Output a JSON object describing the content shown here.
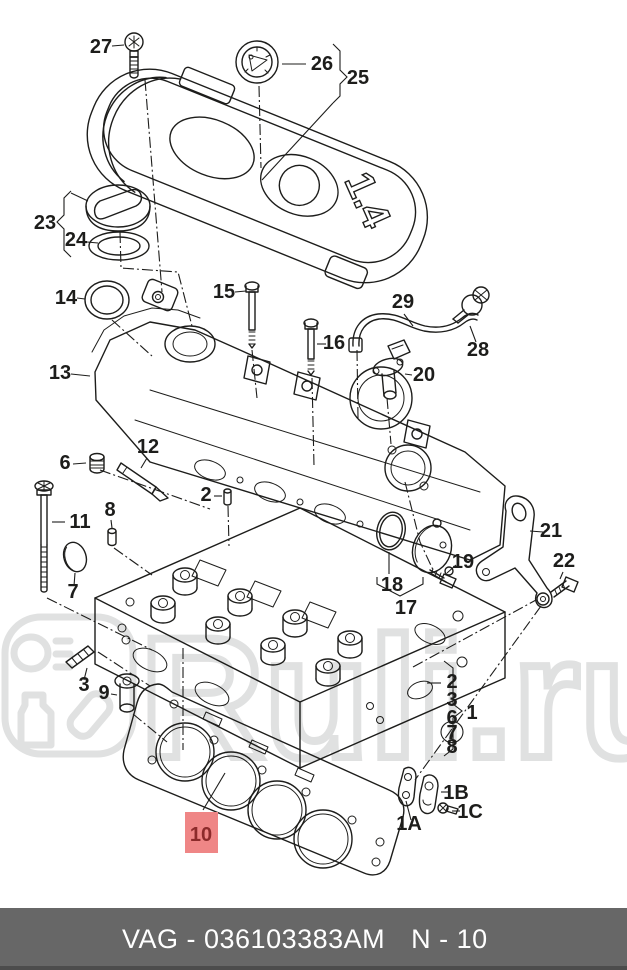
{
  "watermark": {
    "text": "Ruli.ru"
  },
  "diagram": {
    "cover_text": "1.4",
    "labels": [
      {
        "text": "27"
      },
      {
        "text": "26"
      },
      {
        "text": "25"
      },
      {
        "text": "23"
      },
      {
        "text": "24"
      },
      {
        "text": "14"
      },
      {
        "text": "15"
      },
      {
        "text": "16"
      },
      {
        "text": "29"
      },
      {
        "text": "28"
      },
      {
        "text": "20"
      },
      {
        "text": "13"
      },
      {
        "text": "6"
      },
      {
        "text": "12"
      },
      {
        "text": "2"
      },
      {
        "text": "11"
      },
      {
        "text": "8"
      },
      {
        "text": "7"
      },
      {
        "text": "3"
      },
      {
        "text": "9"
      },
      {
        "text": "18"
      },
      {
        "text": "19"
      },
      {
        "text": "17"
      },
      {
        "text": "21"
      },
      {
        "text": "22"
      },
      {
        "text": "2"
      },
      {
        "text": "3"
      },
      {
        "text": "6"
      },
      {
        "text": "7"
      },
      {
        "text": "8"
      },
      {
        "text": "1"
      },
      {
        "text": "1B"
      },
      {
        "text": "1C"
      },
      {
        "text": "1A"
      },
      {
        "text": "10"
      }
    ]
  },
  "colors": {
    "line": "#1d1d1b",
    "watermark": "#e0e1e1",
    "highlight_bg": "#ef8686",
    "highlight_text": "#8c2b2b",
    "footer_bg": "#676767",
    "footer_text": "#ffffff"
  },
  "footer": {
    "part_code": "VAG - 036103383AM",
    "page_ref": "N - 10"
  }
}
